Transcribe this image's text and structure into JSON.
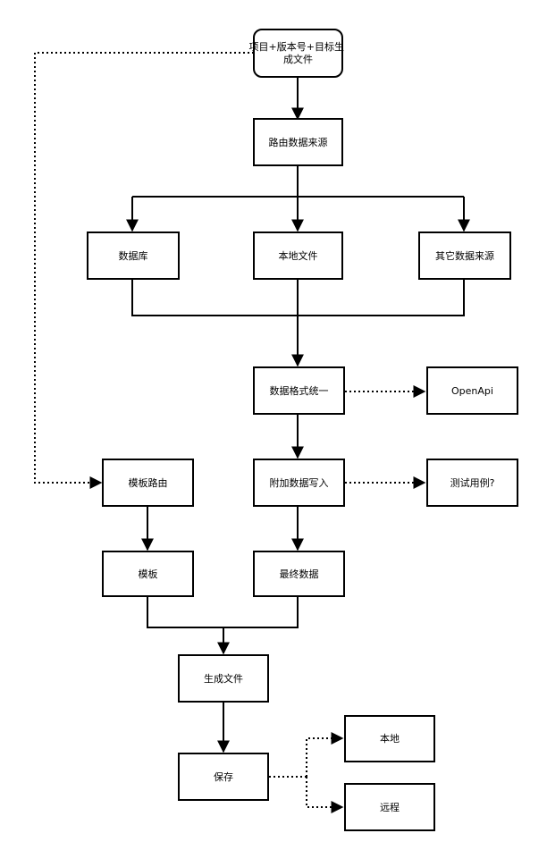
{
  "diagram": {
    "nodes": {
      "start": {
        "label_lines": [
          "项目+版本号+目标生",
          "成文件"
        ]
      },
      "route_source": {
        "label": "路由数据来源"
      },
      "database": {
        "label": "数据库"
      },
      "local_file": {
        "label": "本地文件"
      },
      "other_source": {
        "label": "其它数据来源"
      },
      "format_unify": {
        "label": "数据格式统一"
      },
      "openapi": {
        "label": "OpenApi"
      },
      "template_route": {
        "label": "模板路由"
      },
      "append_data": {
        "label": "附加数据写入"
      },
      "test_case": {
        "label": "测试用例?"
      },
      "template": {
        "label": "模板"
      },
      "final_data": {
        "label": "最终数据"
      },
      "generate_file": {
        "label": "生成文件"
      },
      "save": {
        "label": "保存"
      },
      "local": {
        "label": "本地"
      },
      "remote": {
        "label": "远程"
      }
    }
  }
}
